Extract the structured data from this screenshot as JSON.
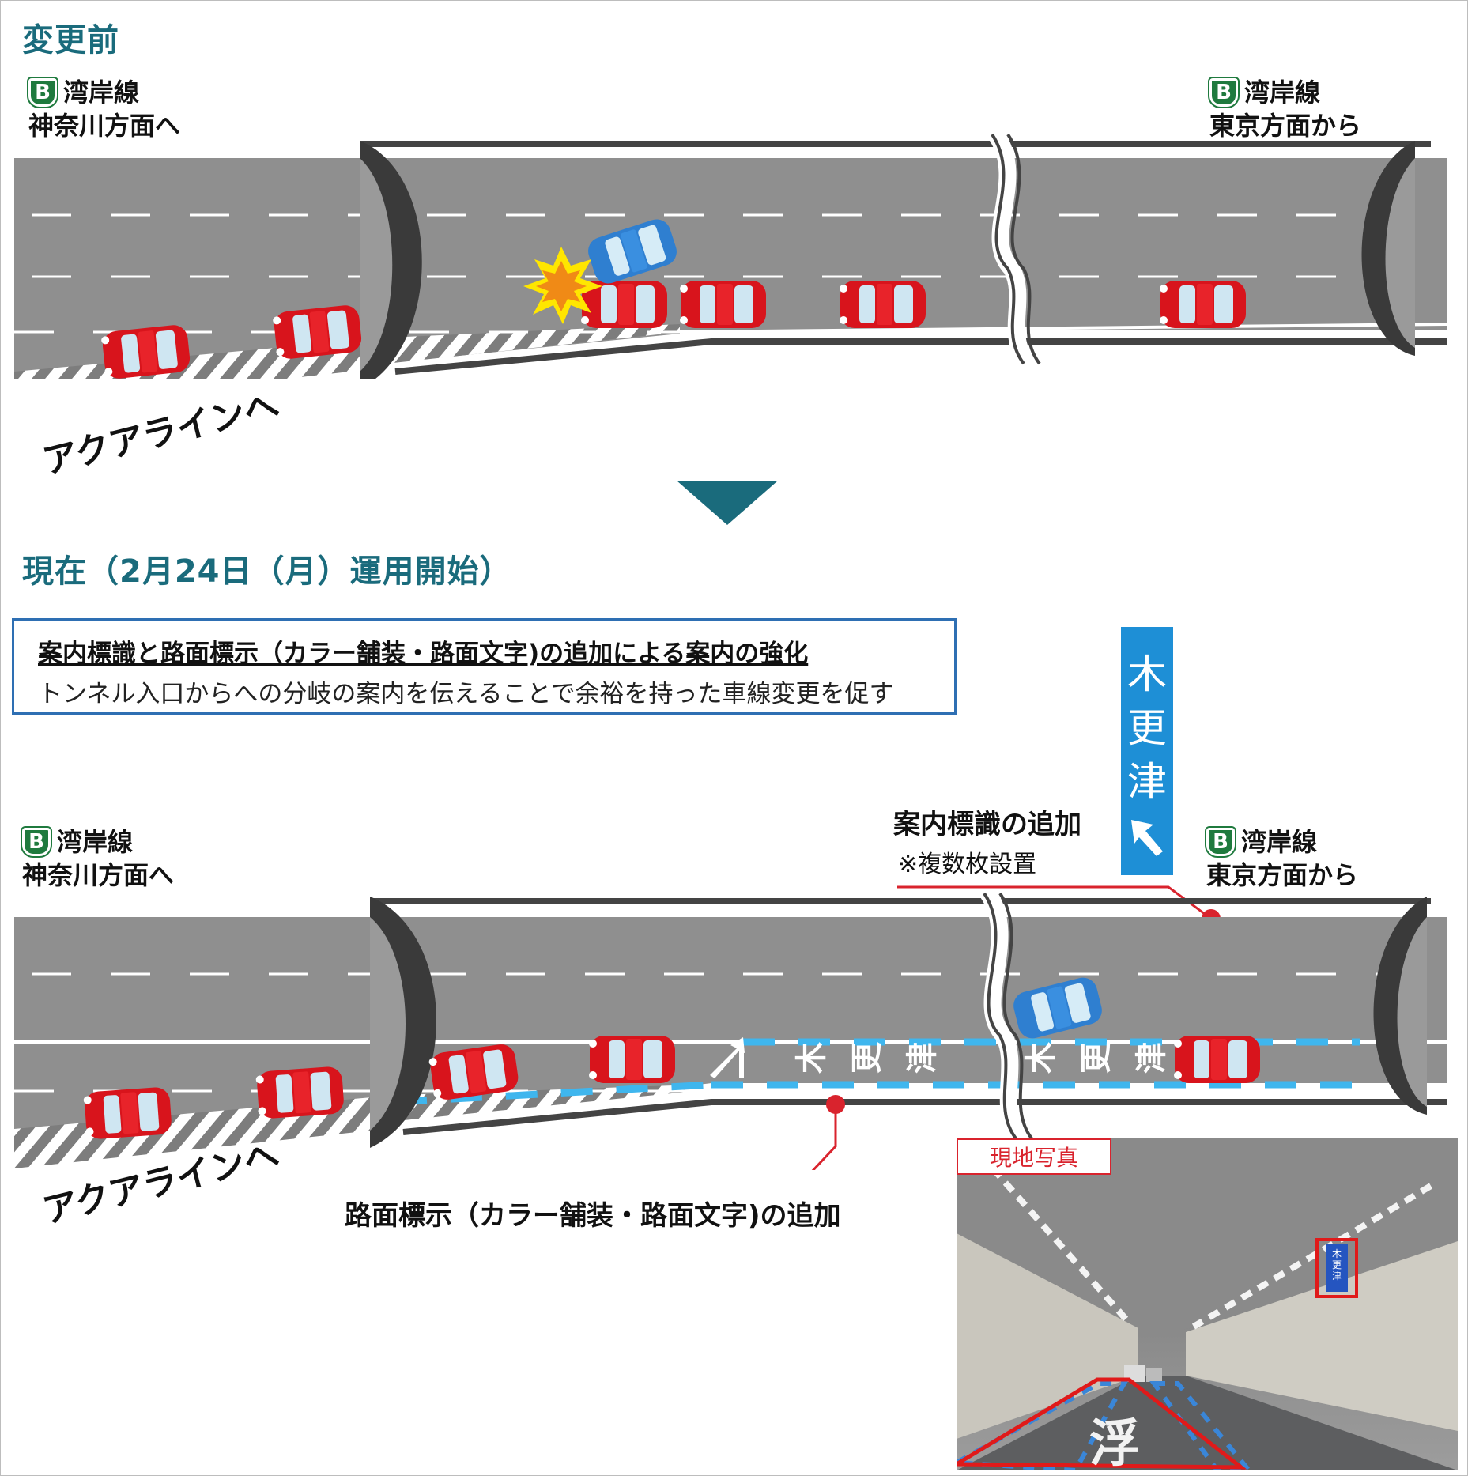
{
  "before": {
    "heading": "変更前",
    "left_label": {
      "route": "湾岸線",
      "direction": "神奈川方面へ"
    },
    "right_label": {
      "route": "湾岸線",
      "direction": "東京方面から"
    },
    "exit_label": "アクアラインへ"
  },
  "after": {
    "heading": "現在（2月24日（月）運用開始）",
    "note_title": "案内標識と路面標示（カラー舗装・路面文字)の追加による案内の強化",
    "note_body": "トンネル入口からへの分岐の案内を伝えることで余裕を持った車線変更を促す",
    "left_label": {
      "route": "湾岸線",
      "direction": "神奈川方面へ"
    },
    "right_label": {
      "route": "湾岸線",
      "direction": "東京方面から"
    },
    "exit_label": "アクアラインへ",
    "sign_callout": "案内標識の追加",
    "sign_callout_sub": "※複数枚設置",
    "sign_text": [
      "木",
      "更",
      "津"
    ],
    "road_marking_text": [
      "木",
      "更",
      "津"
    ],
    "marking_callout": "路面標示（カラー舗装・路面文字)の追加",
    "photo_label": "現地写真",
    "photo_sign_text": "木更津",
    "photo_road_text": "浮"
  },
  "shield_letter": "B",
  "colors": {
    "heading": "#1a6b7c",
    "accent_red": "#d9232d",
    "marking_blue": "#3fb6ee",
    "sign_blue": "#1e8fd6",
    "road": "#8f8f8f"
  }
}
